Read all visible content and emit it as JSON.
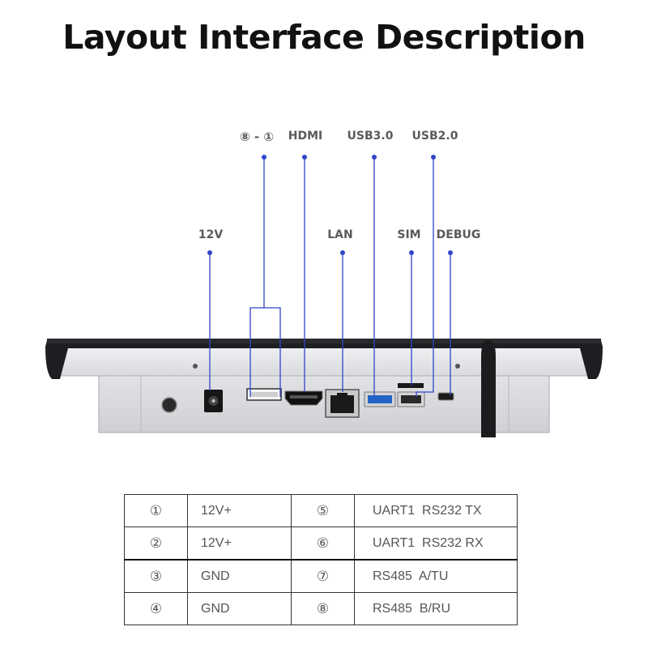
{
  "title": "Layout Interface Description",
  "callouts": {
    "pins": "⑧ - ①",
    "hdmi": "HDMI",
    "usb3": "USB3.0",
    "usb2": "USB2.0",
    "power": "12V",
    "lan": "LAN",
    "sim": "SIM",
    "debug": "DEBUG"
  },
  "colors": {
    "callout_line": "#2f45c8",
    "panel_silver": "#e6e7ea",
    "bezel": "#1e1f22"
  },
  "pin_table": [
    {
      "left_num": "①",
      "left_val": "12V+",
      "right_num": "⑤",
      "right_val": "UART1  RS232 TX"
    },
    {
      "left_num": "②",
      "left_val": "12V+",
      "right_num": "⑥",
      "right_val": "UART1  RS232 RX"
    },
    {
      "left_num": "③",
      "left_val": "GND",
      "right_num": "⑦",
      "right_val": "RS485  A/TU"
    },
    {
      "left_num": "④",
      "left_val": "GND",
      "right_num": "⑧",
      "right_val": "RS485  B/RU"
    }
  ]
}
